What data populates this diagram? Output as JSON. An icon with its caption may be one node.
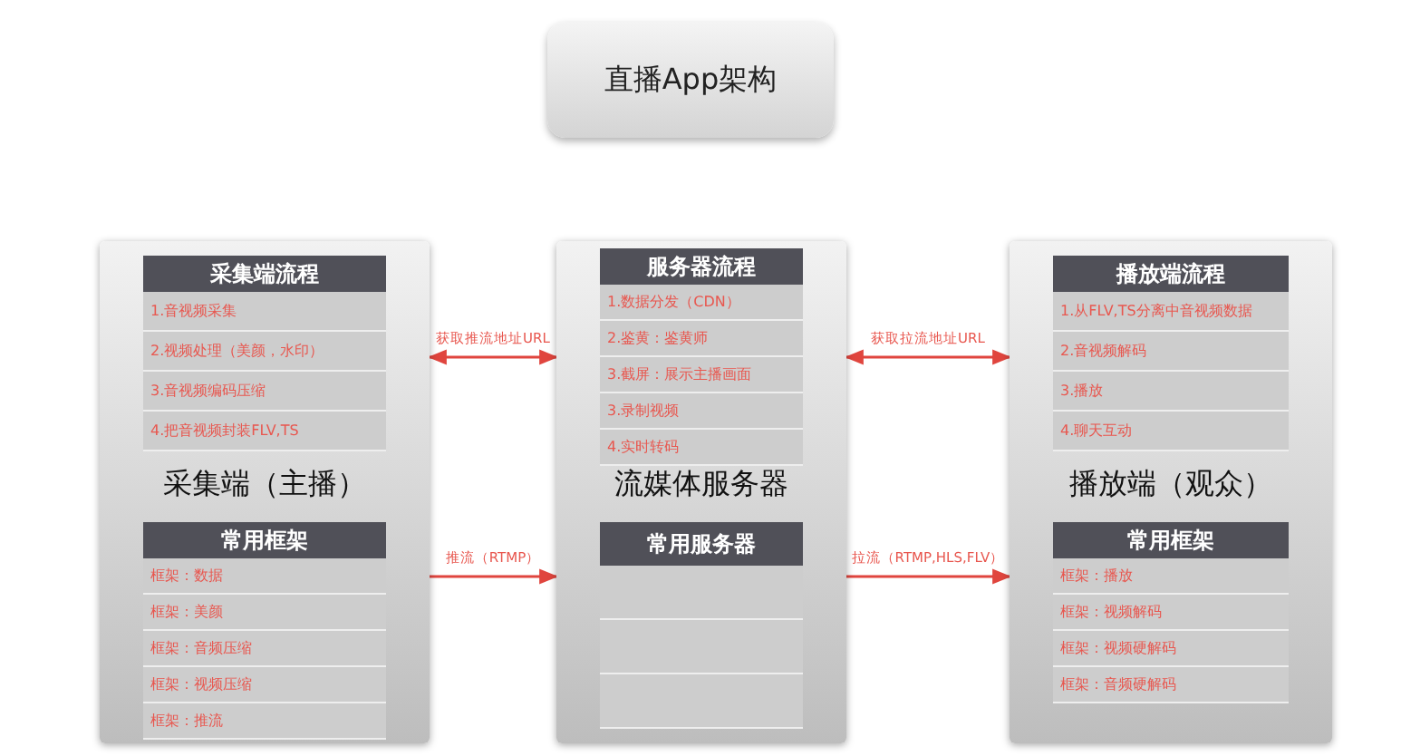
{
  "diagram": {
    "title": "直播App架构",
    "nodes": [
      {
        "text": [
          "采集端（主播）"
        ]
      },
      {
        "text": [
          "采集端流程"
        ],
        "in": 0
      },
      {
        "text": [
          "1.音视频采集"
        ],
        "in": 0
      },
      {
        "text": [
          "2.视频处理（美颜，水印）"
        ],
        "in": 0
      },
      {
        "text": [
          "3.音视频编码压缩"
        ],
        "in": 0
      },
      {
        "text": [
          "4.把音视频封装FLV,TS"
        ],
        "in": 0
      },
      {
        "text": [
          "常用框架"
        ],
        "in": 0
      },
      {
        "text": [
          "框架：数据"
        ],
        "in": 0
      },
      {
        "text": [
          "框架：美颜"
        ],
        "in": 0
      },
      {
        "text": [
          "框架：音频压缩"
        ],
        "in": 0
      },
      {
        "text": [
          "框架：视频压缩"
        ],
        "in": 0
      },
      {
        "text": [
          "框架：推流"
        ],
        "in": 0
      },
      {
        "text": [
          "流媒体服务器"
        ]
      },
      {
        "text": [
          "服务器流程"
        ],
        "in": 12
      },
      {
        "text": [
          "1.数据分发（CDN）"
        ],
        "in": 12
      },
      {
        "text": [
          "2.鉴黄：鉴黄师"
        ],
        "in": 12
      },
      {
        "text": [
          "3.截屏：展示主播画面"
        ],
        "in": 12
      },
      {
        "text": [
          "3.录制视频"
        ],
        "in": 12
      },
      {
        "text": [
          "4.实时转码"
        ],
        "in": 12
      },
      {
        "text": [
          "常用服务器"
        ],
        "in": 12
      },
      {
        "text": [],
        "shape": "box",
        "in": 12
      },
      {
        "text": [],
        "shape": "box",
        "in": 12
      },
      {
        "text": [],
        "shape": "box",
        "in": 12
      },
      {
        "text": [
          "播放端（观众）"
        ]
      },
      {
        "text": [
          "播放端流程"
        ],
        "in": 23
      },
      {
        "text": [
          "1.从FLV,TS分离中音视频数据"
        ],
        "in": 23
      },
      {
        "text": [
          "2.音视频解码"
        ],
        "in": 23
      },
      {
        "text": [
          "3.播放"
        ],
        "in": 23
      },
      {
        "text": [
          "4.聊天互动"
        ],
        "in": 23
      },
      {
        "text": [
          "常用框架"
        ],
        "in": 23
      },
      {
        "text": [
          "框架：播放"
        ],
        "in": 23
      },
      {
        "text": [
          "框架：视频解码"
        ],
        "in": 23
      },
      {
        "text": [
          "框架：视频硬解码"
        ],
        "in": 23
      },
      {
        "text": [
          "框架：音频硬解码"
        ],
        "in": 23
      }
    ],
    "edges": [
      {
        "from": 0,
        "to": 12,
        "arrow": "both",
        "label": "获取推流地址URL"
      },
      {
        "from": 0,
        "to": 12,
        "arrow": "to",
        "label": "推流（RTMP）"
      },
      {
        "from": 12,
        "to": 23,
        "arrow": "both",
        "label": "获取拉流地址URL"
      },
      {
        "from": 12,
        "to": 23,
        "arrow": "to",
        "label": "拉流（RTMP,HLS,FLV）"
      }
    ]
  }
}
